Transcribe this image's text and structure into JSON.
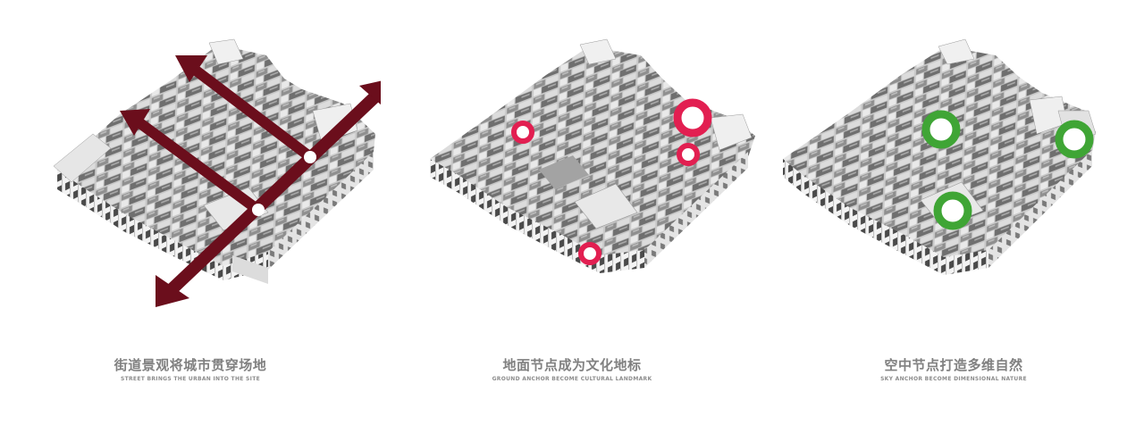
{
  "colors": {
    "arrow": "#6b0e1c",
    "ground_anchor": "#e21f51",
    "sky_anchor": "#3fa535",
    "caption": "#808080"
  },
  "panels": [
    {
      "id": "street",
      "caption_cn": "街道景观将城市贯穿场地",
      "caption_en": "STREET BRINGS THE URBAN INTO THE SITE",
      "overlay": "arrows"
    },
    {
      "id": "ground",
      "caption_cn": "地面节点成为文化地标",
      "caption_en": "GROUND ANCHOR BECOME CULTURAL LANDMARK",
      "overlay": "red-ring-markers"
    },
    {
      "id": "sky",
      "caption_cn": "空中节点打造多维自然",
      "caption_en": "SKY ANCHOR BECOME DIMENSIONAL NATURE",
      "overlay": "green-ring-markers"
    }
  ]
}
